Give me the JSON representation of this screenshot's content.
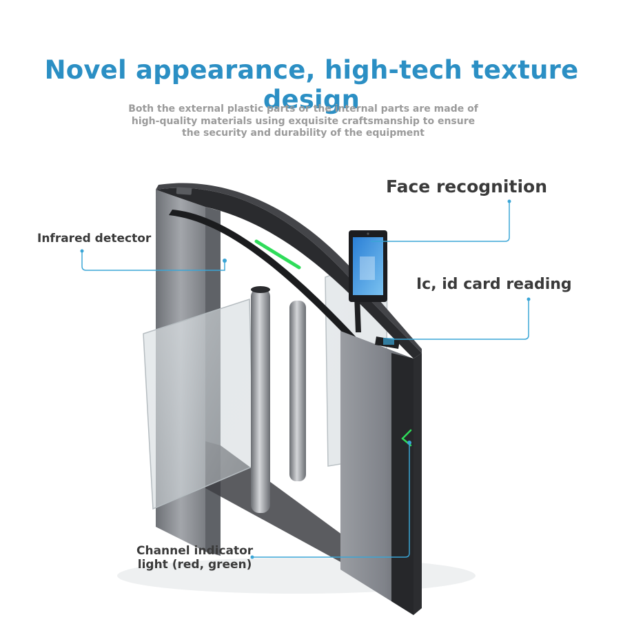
{
  "headline": "Novel appearance, high-tech texture design",
  "subtitle_lines": [
    "Both the external plastic parts or the internal parts are made of",
    "high-quality materials using exquisite craftsmanship to ensure",
    "the security and durability of the equipment"
  ],
  "callouts": {
    "face_recognition": "Face recognition",
    "infrared_detector": "Infrared detector",
    "card_reading": "Ic, id card reading",
    "channel_indicator_line1": "Channel indicator",
    "channel_indicator_line2": "light (red, green)"
  },
  "colors": {
    "headline": "#2b8fc4",
    "callout_line": "#3aa5d6",
    "indicator_green": "#2fdc5a",
    "body_steel": "#8e9196",
    "cover_black": "#2a2b2e"
  }
}
